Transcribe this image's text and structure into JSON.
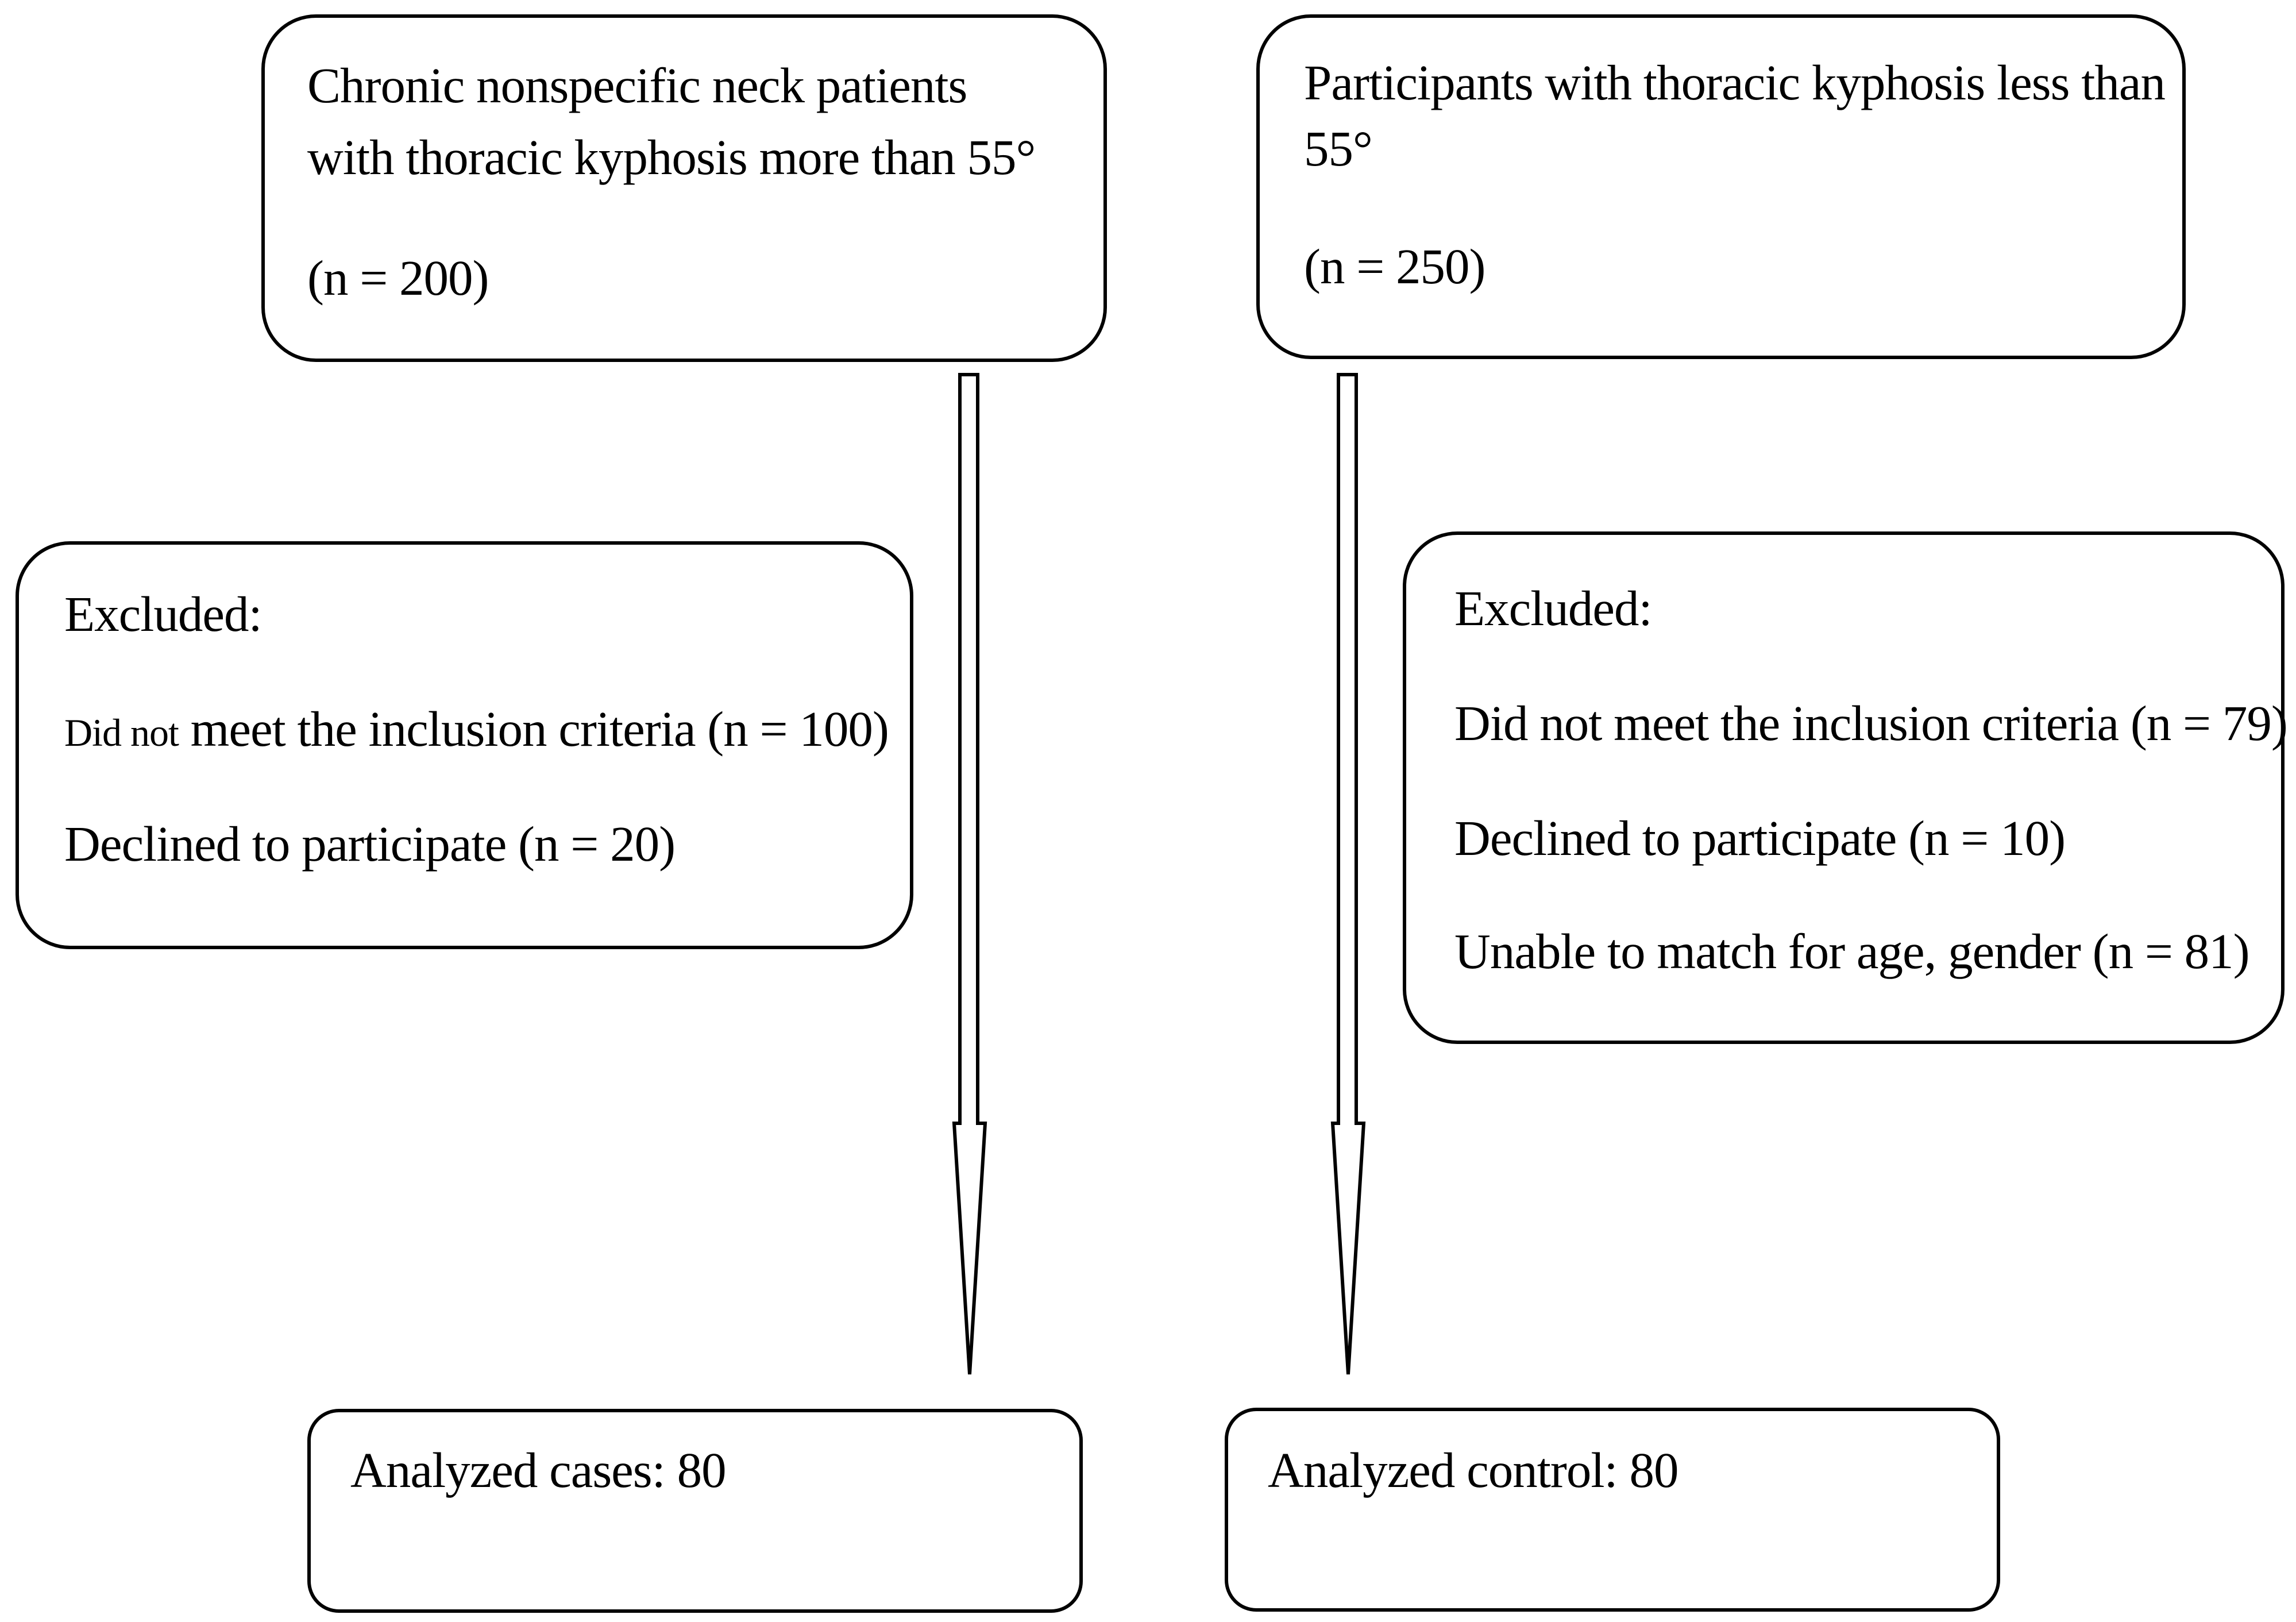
{
  "case_top": {
    "line1": "Chronic nonspecific neck patients",
    "line2": "with thoracic kyphosis more than 55°",
    "count": "(n = 200)"
  },
  "control_top": {
    "line1": "Participants with thoracic kyphosis less than",
    "line2": "55°",
    "count": "(n = 250)"
  },
  "case_excluded": {
    "heading": "Excluded:",
    "item1_prefix": "Did not",
    "item1_rest": " meet the inclusion criteria (n = 100)",
    "item2": "Declined to participate (n = 20)"
  },
  "control_excluded": {
    "heading": "Excluded:",
    "item1": "Did not meet the inclusion criteria (n = 79)",
    "item2": "Declined to participate (n = 10)",
    "item3": "Unable to match for age, gender (n = 81)"
  },
  "case_analyzed": {
    "label": "Analyzed cases: 80"
  },
  "control_analyzed": {
    "label": "Analyzed control: 80"
  }
}
